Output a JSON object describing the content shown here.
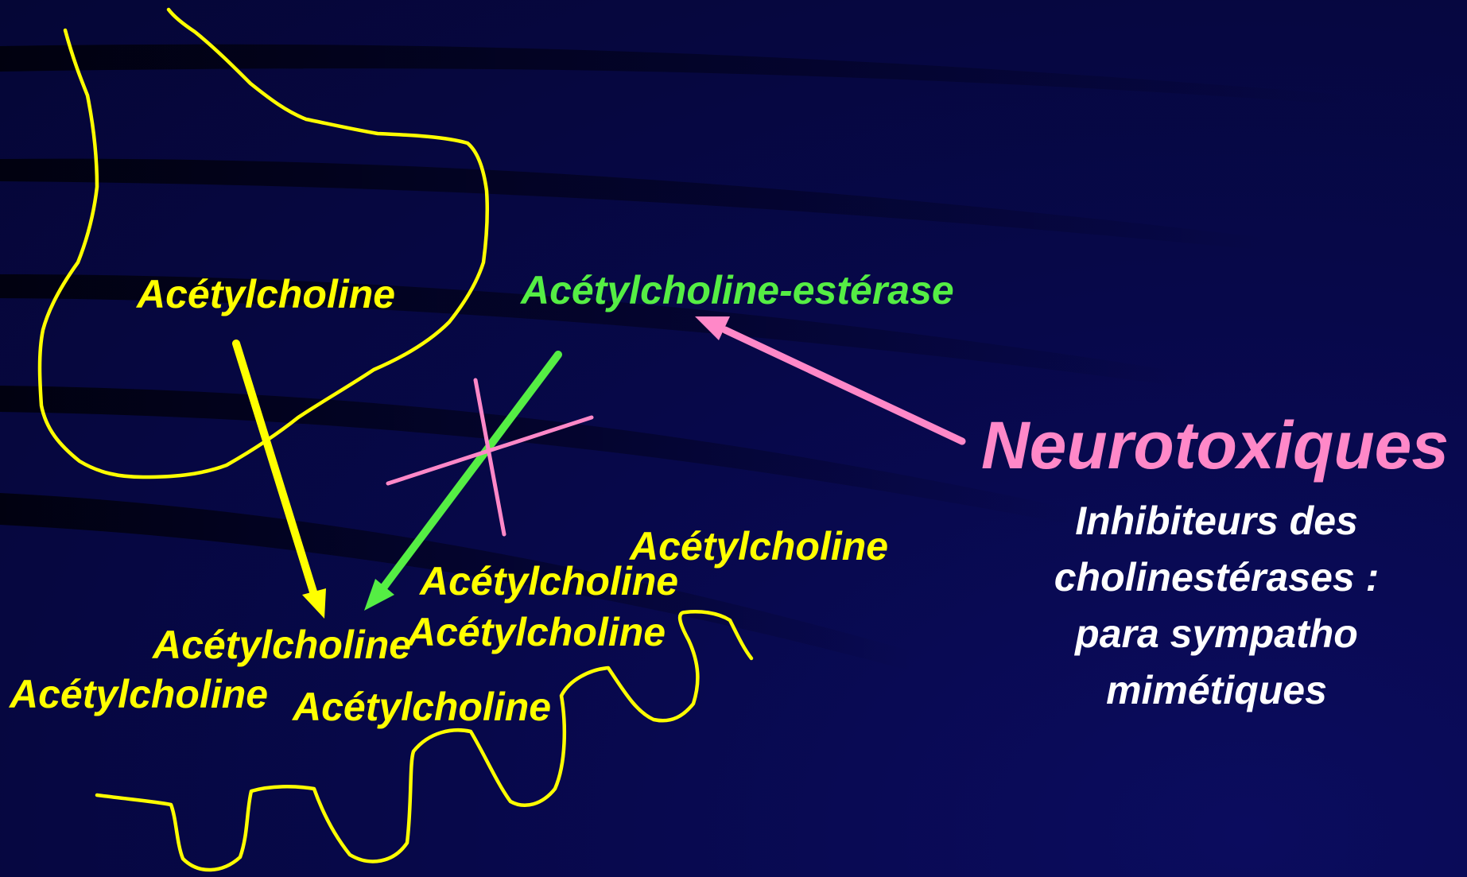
{
  "labels": {
    "neurotransmitter": "Acétylcholine",
    "enzyme": "Acétylcholine-estérase",
    "heading": "Neurotoxiques",
    "subtext_lines": [
      "Inhibiteurs des",
      "cholinestérases :",
      "para sympatho",
      "mimétiques"
    ],
    "cleft_molecules": [
      "Acétylcholine",
      "Acétylcholine",
      "Acétylcholine",
      "Acétylcholine",
      "Acétylcholine",
      "Acétylcholine"
    ]
  },
  "colors": {
    "background": "#06074a",
    "neuron_outline": "#ffff00",
    "acetylcholine_text": "#ffff00",
    "enzyme_text": "#55ee44",
    "neurotoxin_text": "#ff88c8",
    "subtext": "#ffffff"
  }
}
